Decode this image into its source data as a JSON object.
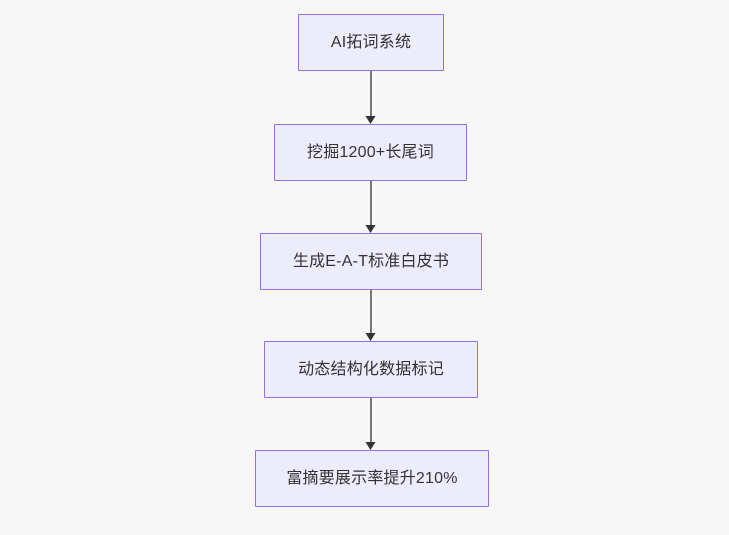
{
  "diagram": {
    "type": "flowchart",
    "orientation": "top-to-bottom",
    "background_color": "#f7f7f8",
    "node_fill_color": "#ececfd",
    "node_border_color": "#9370db",
    "node_text_color": "#333333",
    "edge_color": "#777777",
    "arrowhead_color": "#333333",
    "nodes": [
      {
        "id": "n1",
        "label": "AI拓词系统"
      },
      {
        "id": "n2",
        "label": "挖掘1200+长尾词"
      },
      {
        "id": "n3",
        "label": "生成E-A-T标准白皮书"
      },
      {
        "id": "n4",
        "label": "动态结构化数据标记"
      },
      {
        "id": "n5",
        "label": "富摘要展示率提升210%"
      }
    ],
    "edges": [
      {
        "from": "n1",
        "to": "n2"
      },
      {
        "from": "n2",
        "to": "n3"
      },
      {
        "from": "n3",
        "to": "n4"
      },
      {
        "from": "n4",
        "to": "n5"
      }
    ]
  }
}
